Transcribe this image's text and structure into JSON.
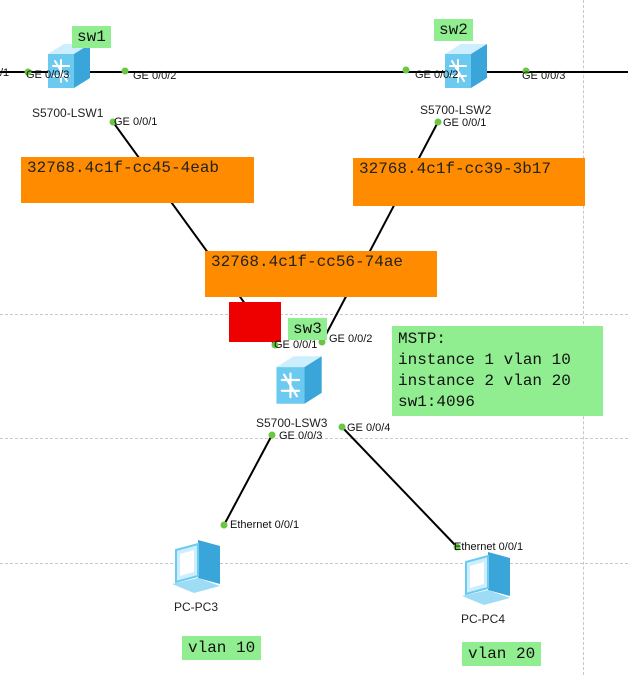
{
  "switches": {
    "sw1": {
      "tag": "sw1",
      "model": "S5700-LSW1",
      "bridge_id": "32768.4c1f-cc45-4eab"
    },
    "sw2": {
      "tag": "sw2",
      "model": "S5700-LSW2",
      "bridge_id": "32768.4c1f-cc39-3b17"
    },
    "sw3": {
      "tag": "sw3",
      "model": "S5700-LSW3",
      "bridge_id": "32768.4c1f-cc56-74ae"
    }
  },
  "ports": {
    "sw1_left": "/1",
    "sw1_ge003": "GE 0/0/3",
    "sw1_ge002": "GE 0/0/2",
    "sw1_ge001": "GE 0/0/1",
    "sw2_ge002": "GE 0/0/2",
    "sw2_ge003": "GE 0/0/3",
    "sw2_ge001": "GE 0/0/1",
    "sw3_ge001": "GE 0/0/1",
    "sw3_ge002": "GE 0/0/2",
    "sw3_ge003": "GE 0/0/3",
    "sw3_ge004": "GE 0/0/4",
    "pc3_eth": "Ethernet 0/0/1",
    "pc4_eth": "Ethernet 0/0/1"
  },
  "pcs": {
    "pc3": {
      "name": "PC-PC3",
      "vlan": "vlan 10"
    },
    "pc4": {
      "name": "PC-PC4",
      "vlan": "vlan 20"
    }
  },
  "note": {
    "lines": [
      "MSTP:",
      "instance 1 vlan 10",
      "instance 2 vlan 20",
      "sw1:4096"
    ]
  },
  "colors": {
    "link": "#000000",
    "port_dot": "#6cc644",
    "tag_green": "#90ee90",
    "tag_orange": "#ff8c00",
    "blocked_marker": "#ee0000"
  },
  "icons": {
    "switch": "switch-icon",
    "pc": "pc-icon"
  }
}
